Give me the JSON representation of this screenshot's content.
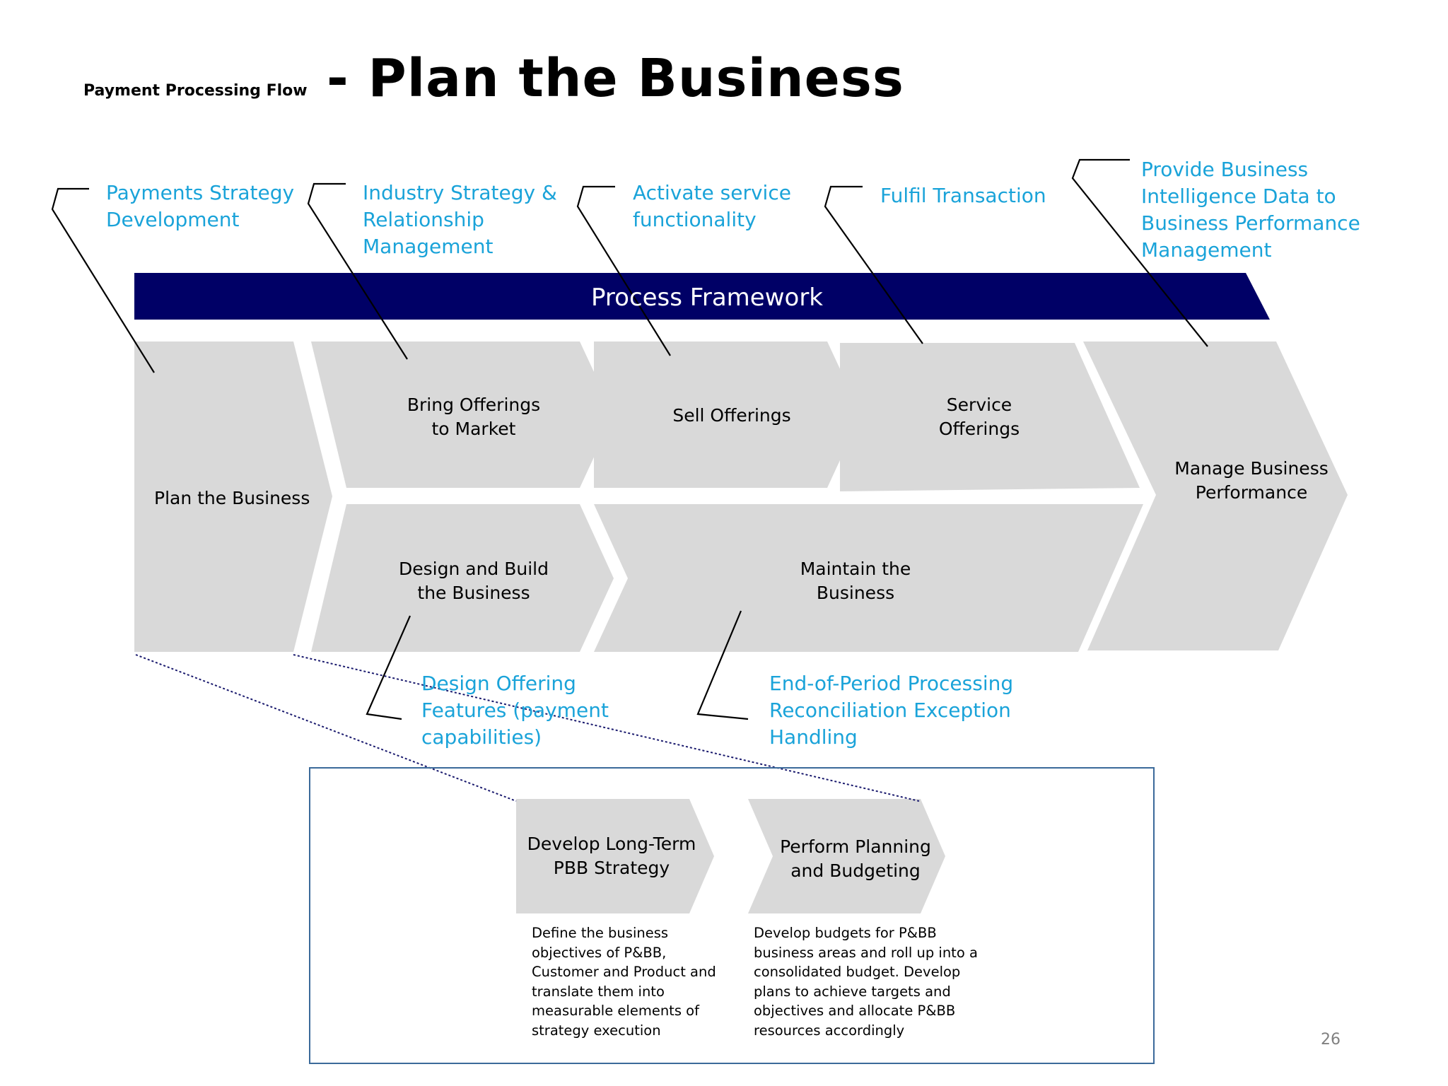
{
  "header": {
    "subtitle": "Payment Processing Flow",
    "title": "- Plan the Business"
  },
  "banner": {
    "label": "Process Framework"
  },
  "callouts": {
    "payments_strategy": "Payments Strategy Development",
    "industry_strategy": "Industry Strategy & Relationship Management",
    "activate_service": "Activate service functionality",
    "fulfil_transaction": "Fulfil Transaction",
    "provide_bi": "Provide Business Intelligence Data to Business Performance Management",
    "design_offering": "Design Offering Features (payment capabilities)",
    "end_of_period": "End-of-Period Processing Reconciliation Exception Handling"
  },
  "process_steps": {
    "plan": "Plan the Business",
    "bring": "Bring Offerings to Market",
    "sell": "Sell Offerings",
    "service": "Service Offerings",
    "manage": "Manage Business Performance",
    "design_build": "Design and Build the Business",
    "maintain": "Maintain the Business"
  },
  "detail": {
    "step1": {
      "label": "Develop Long-Term PBB Strategy",
      "description": "Define the business objectives of P&BB, Customer and Product and translate them into measurable elements of strategy execution"
    },
    "step2": {
      "label": "Perform Planning and Budgeting",
      "description": "Develop budgets for P&BB business areas and roll up into a consolidated budget. Develop plans to achieve targets and objectives and allocate P&BB resources accordingly"
    }
  },
  "footer": {
    "page_number": "26"
  },
  "colors": {
    "banner": "#000066",
    "chevron_fill": "#d9d9d9",
    "callout_text": "#1aa3d9",
    "detail_border": "#3b6a9a"
  }
}
